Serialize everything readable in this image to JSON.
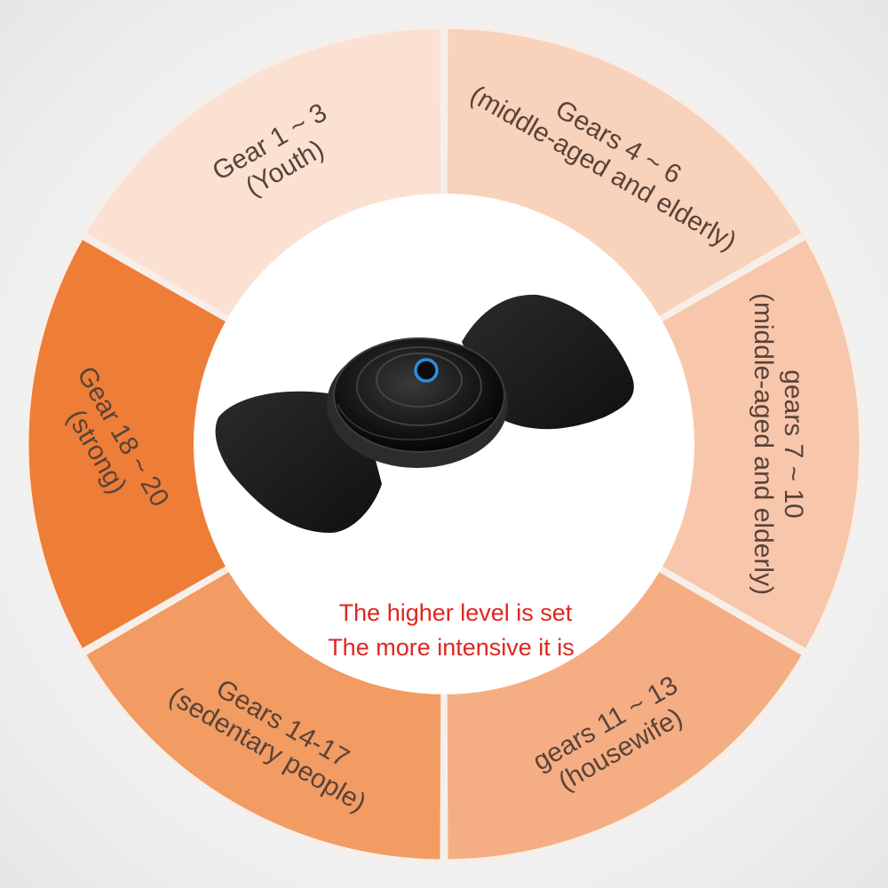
{
  "segments": [
    {
      "id": "youth",
      "lines": [
        "Gear 1 ~ 3",
        "(Youth)"
      ],
      "color": "#fbe1d2"
    },
    {
      "id": "middle-1",
      "lines": [
        "Gears 4 ~ 6",
        "(middle-aged and elderly)"
      ],
      "color": "#f9d2bb"
    },
    {
      "id": "middle-2",
      "lines": [
        "gears 7 ~ 10",
        "(middle-aged and elderly)"
      ],
      "color": "#f8c7ab"
    },
    {
      "id": "housewife",
      "lines": [
        "gears 11 ~ 13",
        "(housewife)"
      ],
      "color": "#f5ae84"
    },
    {
      "id": "sedentary",
      "lines": [
        "Gears 14-17",
        "(sedentary people)"
      ],
      "color": "#f29b62"
    },
    {
      "id": "strong",
      "lines": [
        "Gear 18 ~ 20",
        "(strong)"
      ],
      "color": "#ee7d38"
    }
  ],
  "note": {
    "line1": "The higher level is set",
    "line2": "The more intensive it is",
    "color": "#e0261e"
  },
  "device": {
    "icon": "massager-device-icon",
    "body_color": "#1b1b1b",
    "ring_color": "#2a8de0"
  }
}
